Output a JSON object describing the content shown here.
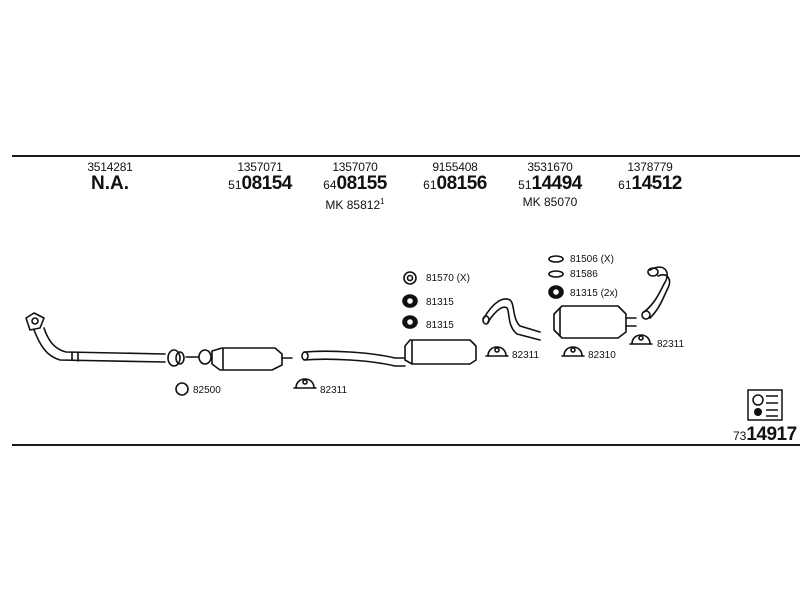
{
  "columns": [
    {
      "oe": "3514281",
      "prefix": "",
      "number": "",
      "label": "N.A.",
      "mk": "",
      "mk_sup": ""
    },
    {
      "oe": "1357071",
      "prefix": "51",
      "number": "08154",
      "label": "",
      "mk": "",
      "mk_sup": ""
    },
    {
      "oe": "1357070",
      "prefix": "64",
      "number": "08155",
      "label": "",
      "mk": "MK 85812",
      "mk_sup": "1"
    },
    {
      "oe": "9155408",
      "prefix": "61",
      "number": "08156",
      "label": "",
      "mk": "",
      "mk_sup": ""
    },
    {
      "oe": "3531670",
      "prefix": "51",
      "number": "14494",
      "label": "",
      "mk": "MK 85070",
      "mk_sup": ""
    },
    {
      "oe": "1378779",
      "prefix": "61",
      "number": "14512",
      "label": "",
      "mk": "",
      "mk_sup": ""
    }
  ],
  "parts": {
    "ring_82500": "82500",
    "clamp_82311_a": "82311",
    "rubber_81570": "81570 (X)",
    "rubber_81315_a": "81315",
    "rubber_81315_b": "81315",
    "clamp_82311_b": "82311",
    "ring_81506": "81506 (X)",
    "ring_81586": "81586",
    "rubber_81315_2x": "81315 (2x)",
    "clamp_82310": "82310",
    "clamp_82311_c": "82311"
  },
  "kit": {
    "prefix": "73",
    "number": "14917"
  }
}
